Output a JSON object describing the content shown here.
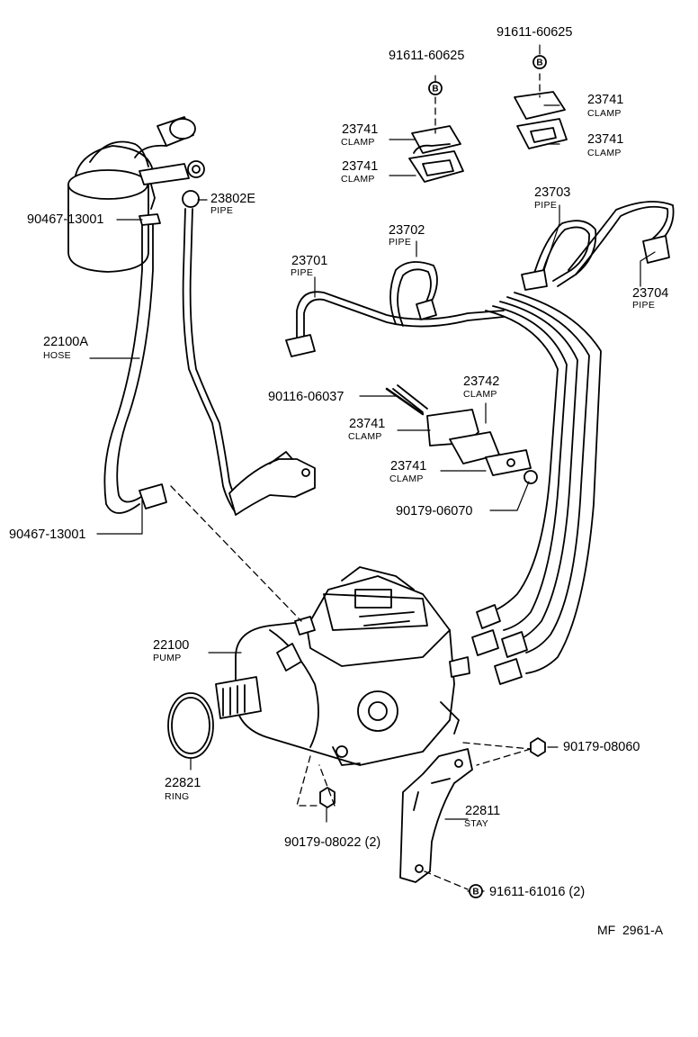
{
  "callouts": [
    {
      "id": "c1",
      "number": "91611-60625"
    },
    {
      "id": "c2",
      "number": "91611-60625"
    },
    {
      "id": "c3",
      "number": "23741",
      "name": "CLAMP"
    },
    {
      "id": "c4",
      "number": "23741",
      "name": "CLAMP"
    },
    {
      "id": "c5",
      "number": "23741",
      "name": "CLAMP"
    },
    {
      "id": "c6",
      "number": "23741",
      "name": "CLAMP"
    },
    {
      "id": "c7",
      "number": "23802E",
      "name": "PIPE"
    },
    {
      "id": "c8",
      "number": "90467-13001"
    },
    {
      "id": "c9",
      "number": "23703",
      "name": "PIPE"
    },
    {
      "id": "c10",
      "number": "23702",
      "name": "PIPE"
    },
    {
      "id": "c11",
      "number": "23701",
      "name": "PIPE"
    },
    {
      "id": "c12",
      "number": "23704",
      "name": "PIPE"
    },
    {
      "id": "c13",
      "number": "22100A",
      "name": "HOSE"
    },
    {
      "id": "c14",
      "number": "90116-06037"
    },
    {
      "id": "c15",
      "number": "23742",
      "name": "CLAMP"
    },
    {
      "id": "c16",
      "number": "23741",
      "name": "CLAMP"
    },
    {
      "id": "c17",
      "number": "23741",
      "name": "CLAMP"
    },
    {
      "id": "c18",
      "number": "90179-06070"
    },
    {
      "id": "c19",
      "number": "90467-13001"
    },
    {
      "id": "c20",
      "number": "22100",
      "name": "PUMP"
    },
    {
      "id": "c21",
      "number": "90179-08060"
    },
    {
      "id": "c22",
      "number": "22821",
      "name": "RING"
    },
    {
      "id": "c23",
      "number": "22811",
      "name": "STAY"
    },
    {
      "id": "c24",
      "number": "90179-08022 (2)"
    },
    {
      "id": "c25",
      "number": "91611-61016 (2)"
    }
  ],
  "bolt_marker": "B",
  "figure_code": "MF  2961-A"
}
